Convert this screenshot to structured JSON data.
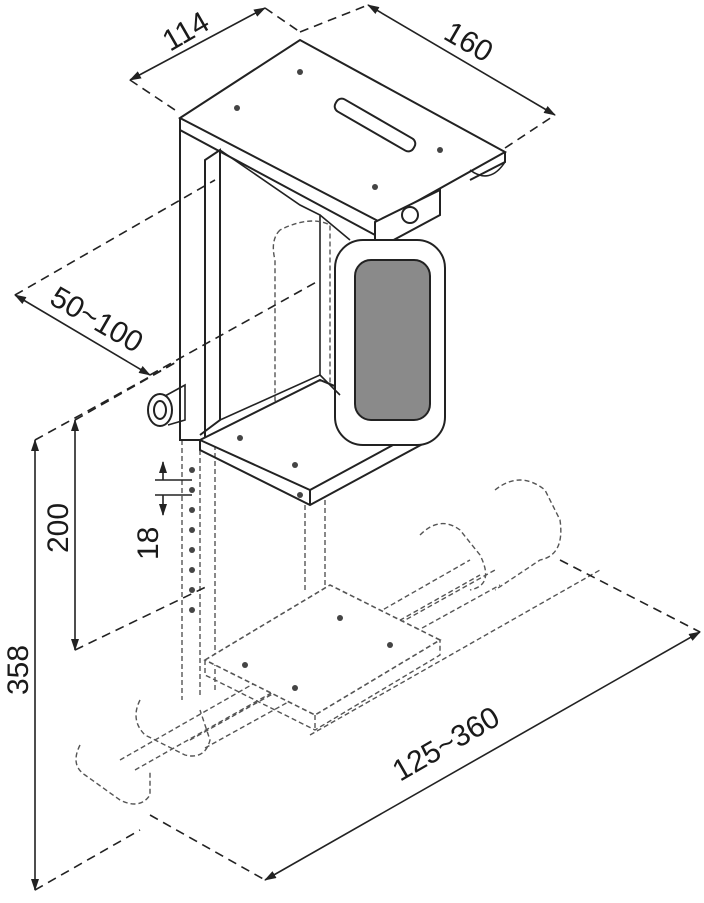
{
  "dimensions": {
    "depth_top": "114",
    "width_top": "160",
    "clamp_range": "50~100",
    "height_adjust": "200",
    "step": "18",
    "total_height": "358",
    "width_range": "125~360"
  },
  "colors": {
    "line": "#222222",
    "handle_fill": "#8a8a8a"
  }
}
